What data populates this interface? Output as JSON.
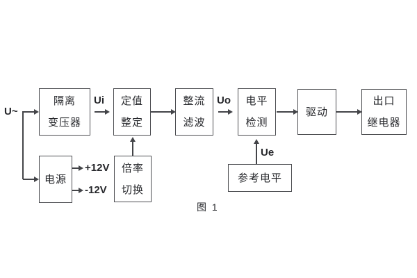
{
  "figure": {
    "caption": "图 1",
    "blocks": {
      "isolation_transformer": {
        "line1": "隔离",
        "line2": "变压器"
      },
      "value_setting": {
        "line1": "定值",
        "line2": "整定"
      },
      "rectifier_filter": {
        "line1": "整流",
        "line2": "滤波"
      },
      "level_detection": {
        "line1": "电平",
        "line2": "检测"
      },
      "drive": {
        "label": "驱动"
      },
      "output_relay": {
        "line1": "出口",
        "line2": "继电器"
      },
      "power_supply": {
        "label": "电源"
      },
      "ratio_switch": {
        "line1": "倍率",
        "line2": "切换"
      },
      "reference_level": {
        "label": "参考电平"
      }
    },
    "signals": {
      "input": "U~",
      "ui": "Ui",
      "uo": "Uo",
      "ue": "Ue",
      "plus_12v": "+12V",
      "minus_12v": "-12V"
    },
    "colors": {
      "background": "#ffffff",
      "line": "#434448",
      "text": "#26272b"
    }
  }
}
